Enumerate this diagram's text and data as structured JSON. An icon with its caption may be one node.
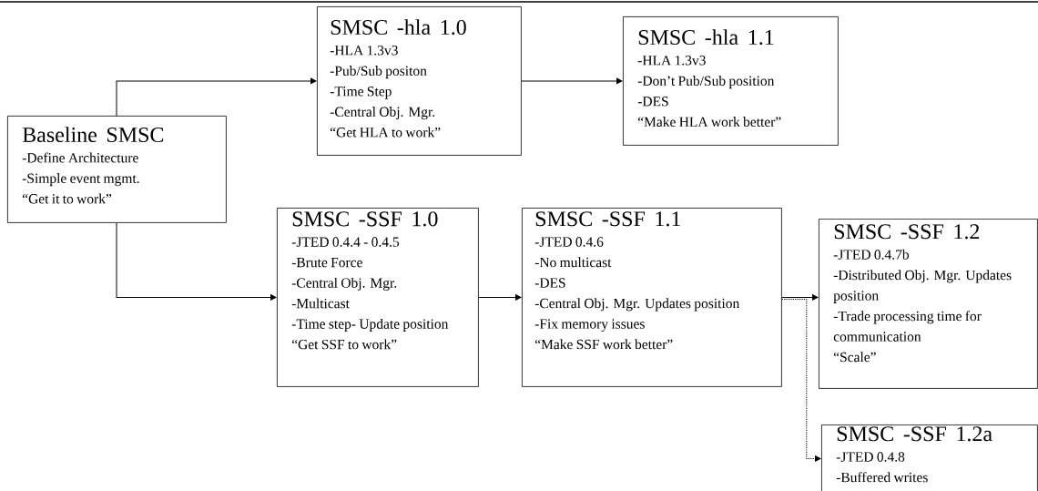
{
  "diagram": {
    "nodes": [
      {
        "text": [
          "Baseline SMSC",
          "-Define Architecture",
          "-Simple event mgmt.",
          "“Get it to work”"
        ]
      },
      {
        "text": [
          "SMSC -hla 1.0",
          "-HLA 1.3v3",
          "-Pub/Sub positon",
          "-Time Step",
          "-Central Obj. Mgr.",
          "“Get HLA to work”"
        ]
      },
      {
        "text": [
          "SMSC -hla 1.1",
          "-HLA 1.3v3",
          "-Don’t Pub/Sub position",
          "-DES",
          "“Make HLA work better”"
        ]
      },
      {
        "text": [
          "SMSC -SSF 1.0",
          "-JTED 0.4.4 - 0.4.5",
          "-Brute Force",
          "-Central Obj. Mgr.",
          "-Multicast",
          "-Time step- Update position",
          "“Get SSF to work”"
        ]
      },
      {
        "text": [
          "SMSC -SSF 1.1",
          "-JTED 0.4.6",
          "-No multicast",
          "-DES",
          "-Central Obj. Mgr. Updates position",
          "-Fix memory issues",
          "“Make SSF work better”"
        ]
      },
      {
        "text": [
          "SMSC -SSF 1.2",
          "-JTED 0.4.7b",
          "-Distributed Obj. Mgr. Updates position",
          "-Trade processing time for communication",
          "“Scale”"
        ]
      },
      {
        "text": [
          "SMSC -SSF 1.2a",
          "-JTED 0.4.8",
          "-Buffered writes"
        ]
      }
    ],
    "edges": [
      {
        "from": 0,
        "to": 1,
        "arrow": "to"
      },
      {
        "from": 0,
        "to": 3,
        "arrow": "to"
      },
      {
        "from": 1,
        "to": 2,
        "arrow": "to"
      },
      {
        "from": 3,
        "to": 4,
        "arrow": "to"
      },
      {
        "from": 4,
        "to": 5,
        "arrow": "to"
      },
      {
        "from": 4,
        "to": 6,
        "arrow": "to",
        "style": "dashed"
      }
    ]
  }
}
